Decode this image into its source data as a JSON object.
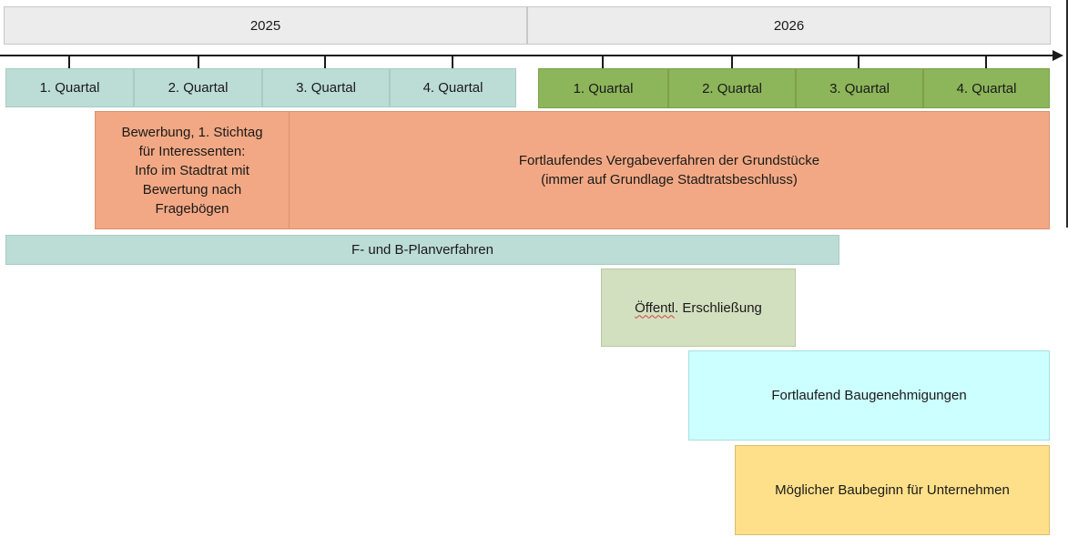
{
  "years": [
    "2025",
    "2026"
  ],
  "quarters_2025": [
    "1. Quartal",
    "2. Quartal",
    "3. Quartal",
    "4. Quartal"
  ],
  "quarters_2026": [
    "1. Quartal",
    "2. Quartal",
    "3. Quartal",
    "4. Quartal"
  ],
  "phases": {
    "bewerbung": [
      "Bewerbung, 1. Stichtag",
      "für Interessenten:",
      "Info im Stadtrat mit",
      "Bewertung nach",
      "Fragebögen"
    ],
    "vergabe": [
      "Fortlaufendes Vergabeverfahren der Grundstücke",
      "(immer auf Grundlage Stadtratsbeschluss)"
    ],
    "planverfahren": "F- und B-Planverfahren",
    "erschliessung_prefix": "Öffentl",
    "erschliessung_suffix": ". Erschließung",
    "baugenehmigungen": "Fortlaufend Baugenehmigungen",
    "baubeginn": "Möglicher Baubeginn für Unternehmen"
  },
  "colors": {
    "year_header": "#ececec",
    "quarters_2025": "#bcdcd6",
    "quarters_2026": "#8db55a",
    "vergabe": "#f2a884",
    "planverfahren": "#bcdcd6",
    "erschliessung": "#d3e0bf",
    "baugenehmigungen": "#ccffff",
    "baubeginn": "#ffe08a"
  }
}
